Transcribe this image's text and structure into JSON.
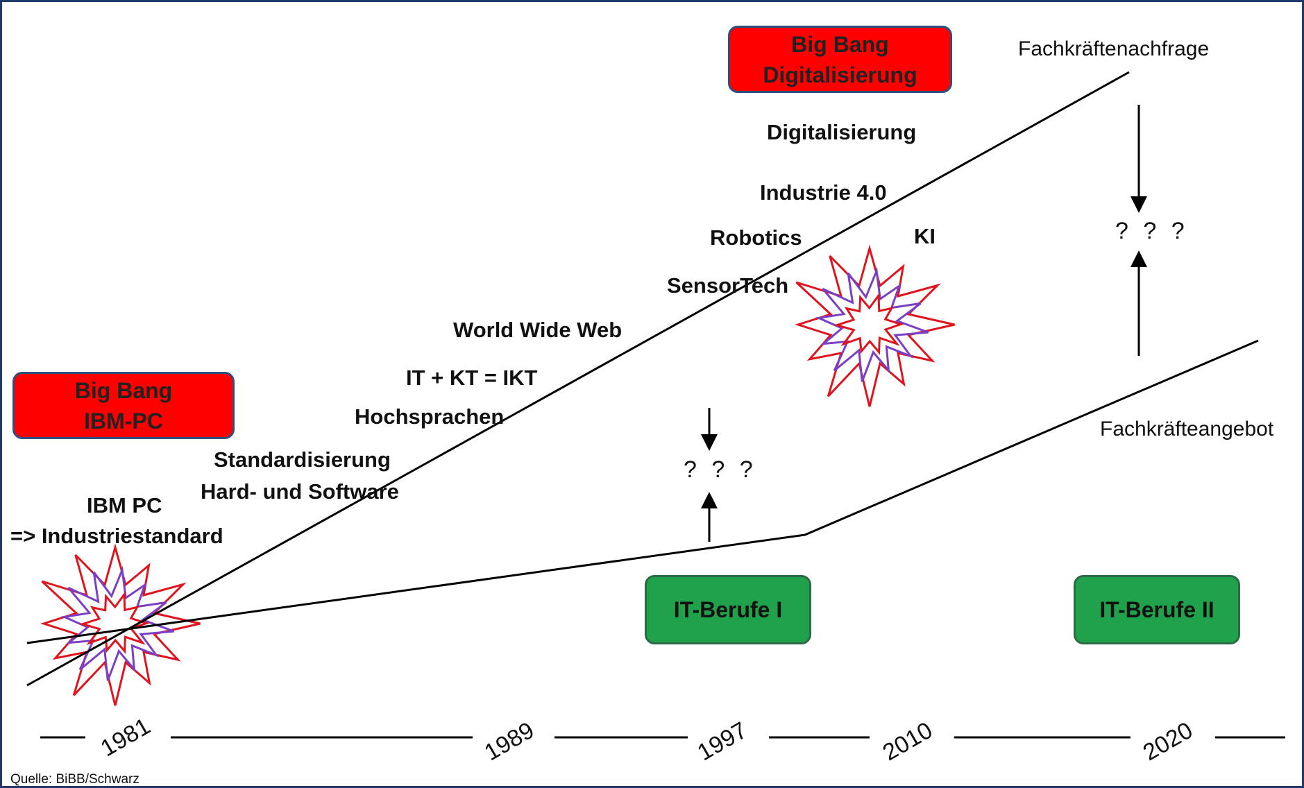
{
  "boxes": {
    "big_bang_pc": {
      "line1": "Big Bang",
      "line2": "IBM-PC"
    },
    "big_bang_digital": {
      "line1": "Big Bang",
      "line2": "Digitalisierung"
    },
    "it_berufe_1": "IT-Berufe I",
    "it_berufe_2": "IT-Berufe II"
  },
  "labels": {
    "ibm_pc": "IBM PC",
    "industriestandard": "=> Industriestandard",
    "standardisierung": "Standardisierung",
    "hard_software": "Hard- und Software",
    "hochsprachen": "Hochsprachen",
    "ikt": "IT + KT = IKT",
    "www": "World Wide Web",
    "sensortech": "SensorTech",
    "robotics": "Robotics",
    "ki": "KI",
    "industrie40": "Industrie 4.0",
    "digitalisierung": "Digitalisierung"
  },
  "lines": {
    "demand": "Fachkräftenachfrage",
    "supply": "Fachkräfteangebot"
  },
  "gap_marker": "? ? ?",
  "timeline": {
    "years": [
      "1981",
      "1989",
      "1997",
      "2010",
      "2020"
    ]
  },
  "source": "Quelle: BiBB/Schwarz",
  "colors": {
    "big_bang_fill": "#ff0000",
    "it_berufe_fill": "#1fa24b",
    "burst_red": "#e0141e",
    "burst_purple": "#7a3fc4",
    "line": "#000000",
    "frame": "#1f3b6b"
  }
}
